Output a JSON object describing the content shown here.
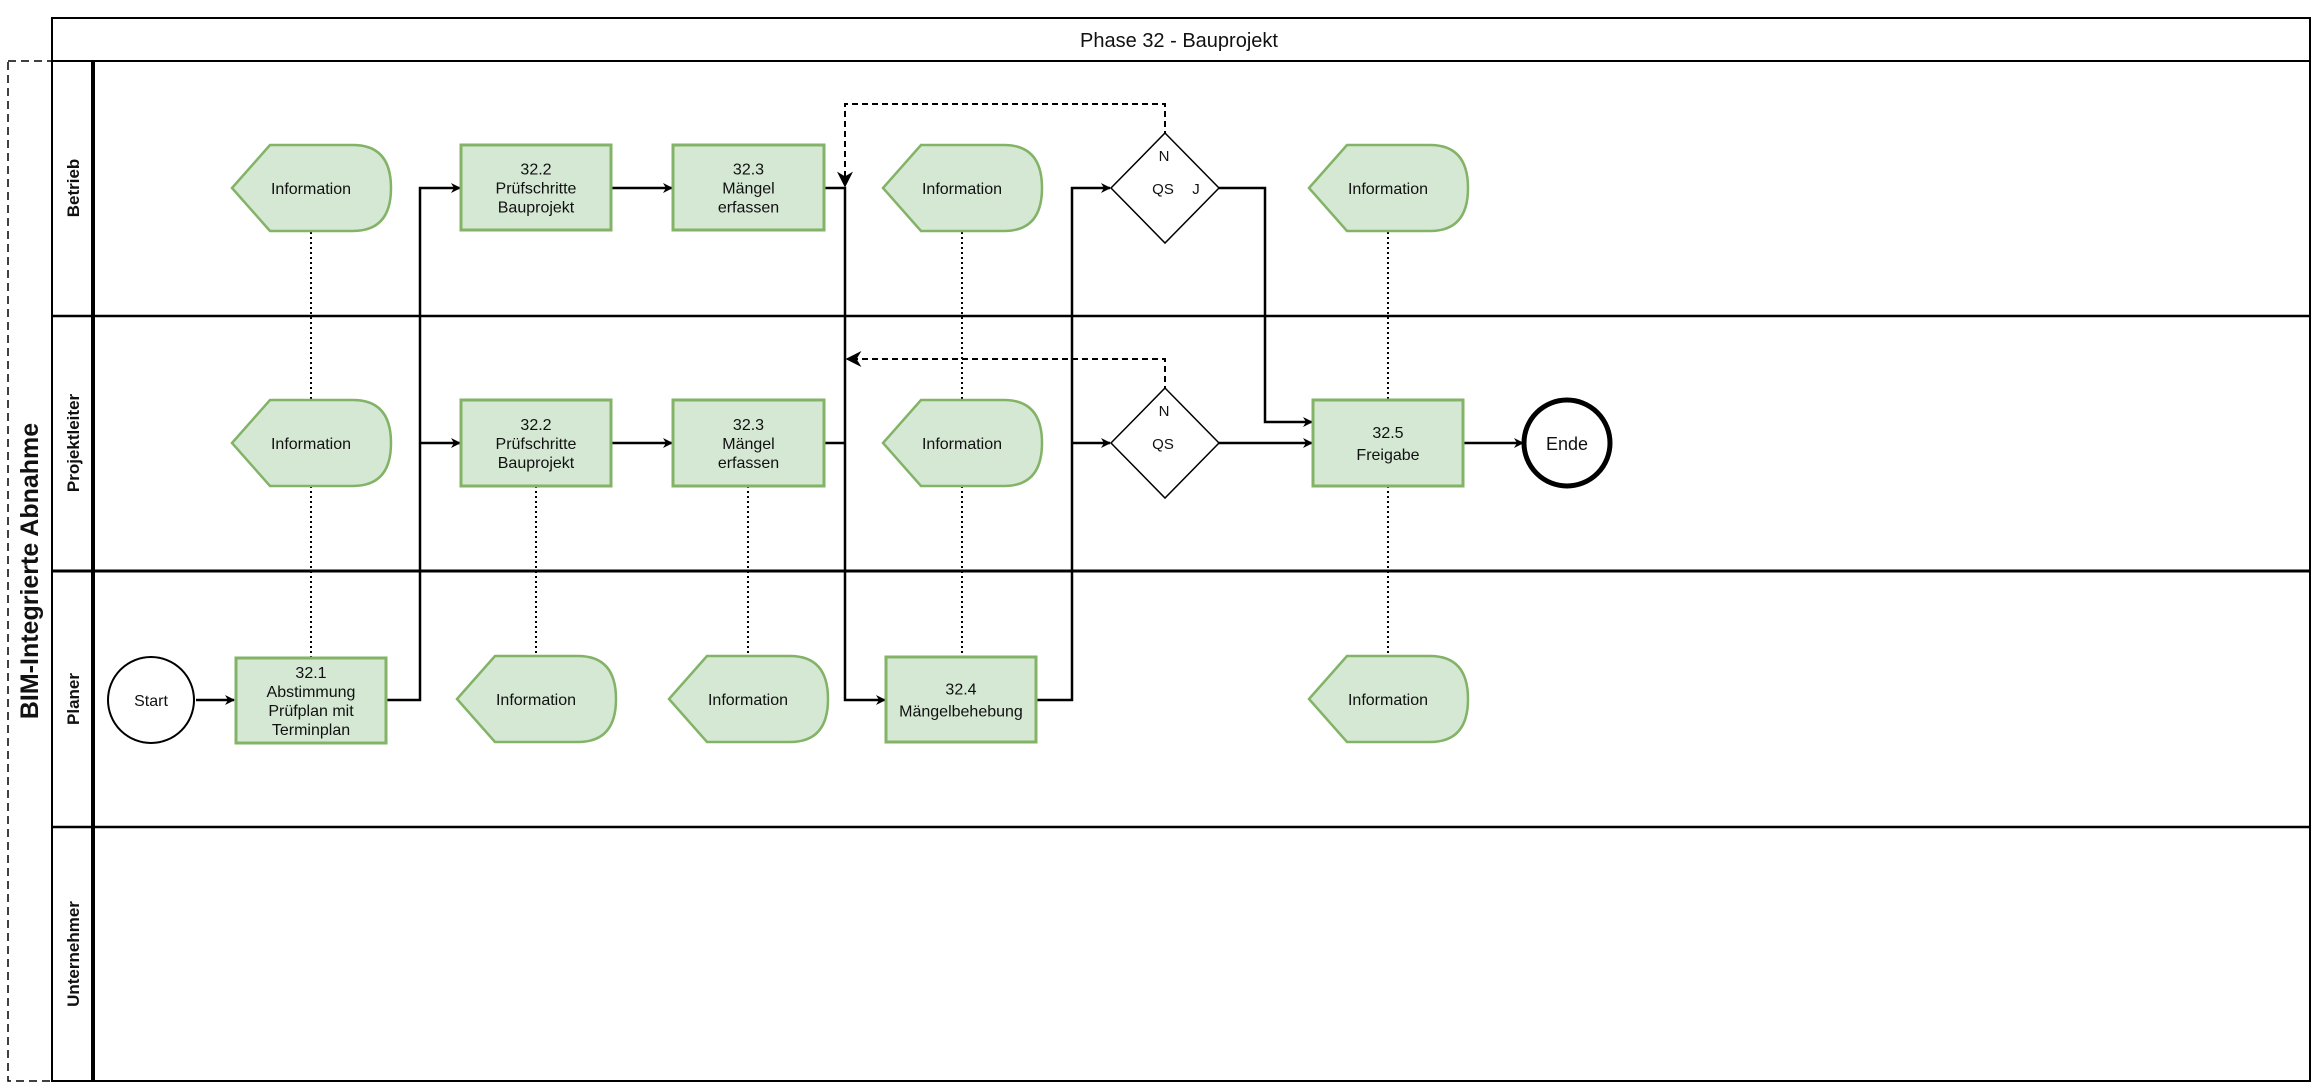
{
  "pool_title": "BIM-Integrierte Abnahme",
  "phase_title": "Phase 32 - Bauprojekt",
  "lanes": [
    "Betrieb",
    "Projektleiter",
    "Planer",
    "Unternehmer"
  ],
  "start_label": "Start",
  "end_label": "Ende",
  "tasks": [
    {
      "id": "t321",
      "lines": [
        "32.1",
        "Abstimmung",
        "Prüfplan mit",
        "Terminplan"
      ]
    },
    {
      "id": "t322b",
      "lines": [
        "32.2",
        "Prüfschritte",
        "Bauprojekt"
      ]
    },
    {
      "id": "t323b",
      "lines": [
        "32.3",
        "Mängel",
        "erfassen"
      ]
    },
    {
      "id": "t322p",
      "lines": [
        "32.2",
        "Prüfschritte",
        "Bauprojekt"
      ]
    },
    {
      "id": "t323p",
      "lines": [
        "32.3",
        "Mängel",
        "erfassen"
      ]
    },
    {
      "id": "t324",
      "lines": [
        "32.4",
        "Mängelbehebung"
      ]
    },
    {
      "id": "t325",
      "lines": [
        "32.5",
        "Freigabe"
      ]
    }
  ],
  "info_label": "Information",
  "gateway_label": "QS",
  "gateway_no": "N",
  "gateway_yes": "J",
  "colors": {
    "task_fill": "#d5e8d4",
    "task_stroke": "#82b366",
    "line": "#000000"
  }
}
